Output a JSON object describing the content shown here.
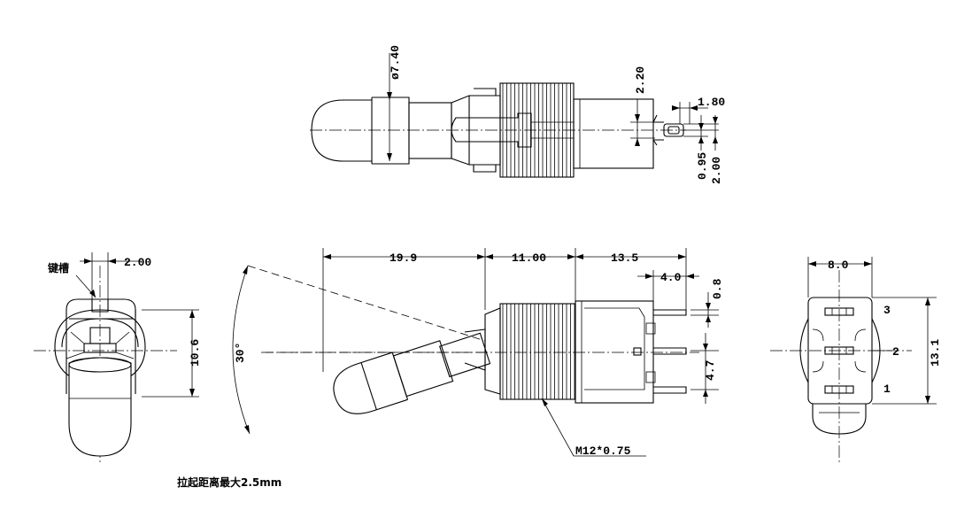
{
  "top_view": {
    "dia": "ø7.40",
    "h220": "2.20",
    "h180": "1.80",
    "h095": "0.95",
    "h200": "2.00"
  },
  "left_view": {
    "keyway_label": "键槽",
    "w200": "2.00",
    "h106": "10.6"
  },
  "front_view": {
    "l199": "19.9",
    "l1100": "11.00",
    "l135": "13.5",
    "l40": "4.0",
    "h08": "0.8",
    "h47": "4.7",
    "angle": "30°",
    "thread": "M12*0.75"
  },
  "right_view": {
    "w80": "8.0",
    "h131": "13.1",
    "pin3": "3",
    "pin2": "2",
    "pin1": "1"
  },
  "note": "拉起距离最大2.5mm"
}
